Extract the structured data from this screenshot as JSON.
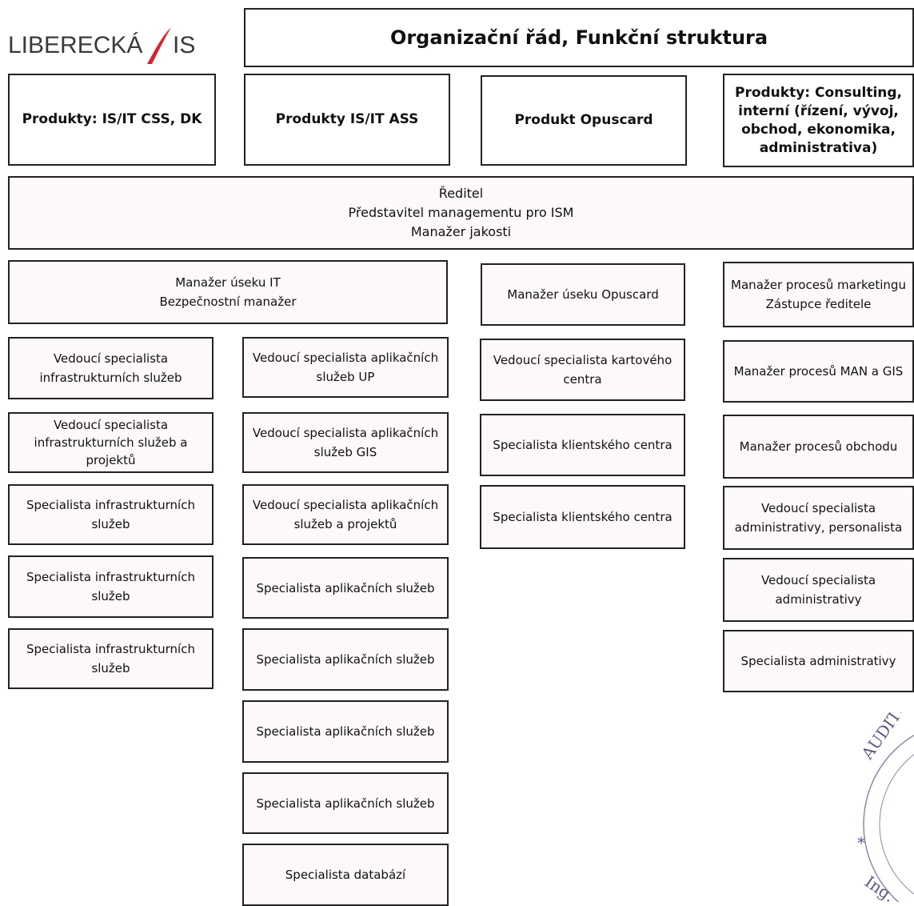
{
  "header": {
    "logo_text": "LIBERECKÁ",
    "logo_suffix": "IS",
    "title": "Organizační řád, Funkční struktura"
  },
  "products": [
    "Produkty: IS/IT CSS, DK",
    "Produkty IS/IT ASS",
    "Produkt Opuscard",
    "Produkty: Consulting, interní (řízení, vývoj, obchod, ekonomika, administrativa)"
  ],
  "director": {
    "line1": "Ředitel",
    "line2": "Představitel managementu pro ISM",
    "line3": "Manažer jakosti"
  },
  "managers": {
    "it_line1": "Manažer úseku IT",
    "it_line2": "Bezpečnostní manažer",
    "opuscard": "Manažer úseku Opuscard",
    "marketing_line1": "Manažer procesů marketingu",
    "marketing_line2": "Zástupce ředitele"
  },
  "col1": [
    "Vedoucí specialista infrastrukturních služeb",
    "Vedoucí specialista infrastrukturních služeb a projektů",
    "Specialista infrastrukturních služeb",
    "Specialista infrastrukturních služeb",
    "Specialista infrastrukturních služeb"
  ],
  "col2": [
    "Vedoucí specialista aplikačních služeb UP",
    "Vedoucí specialista aplikačních služeb GIS",
    "Vedoucí specialista aplikačních služeb a projektů",
    "Specialista aplikačních služeb",
    "Specialista aplikačních služeb",
    "Specialista aplikačních služeb",
    "Specialista aplikačních služeb",
    "Specialista databází"
  ],
  "col3": [
    "Vedoucí specialista kartového centra",
    "Specialista klientského centra",
    "Specialista klientského centra"
  ],
  "col4": [
    "Manažer procesů MAN a GIS",
    "Manažer procesů obchodu",
    "Vedoucí specialista administrativy, personalista",
    "Vedoucí specialista administrativy",
    "Specialista administrativy"
  ],
  "stamp": {
    "text": "AUDITOR * Ing."
  },
  "colors": {
    "logo_red": "#d9232d",
    "border": "#222222"
  }
}
